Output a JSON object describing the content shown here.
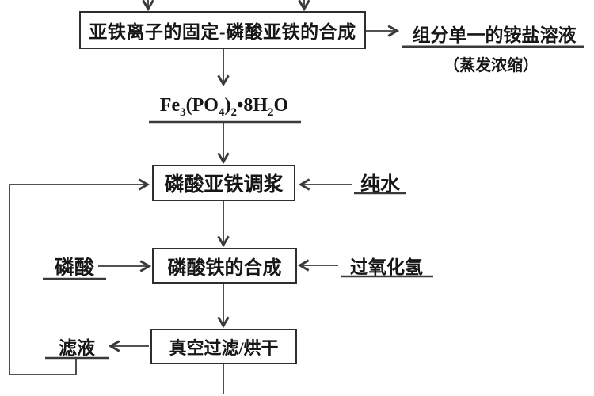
{
  "diagram": {
    "type": "process-flowchart",
    "language": "zh-CN",
    "colors": {
      "background": "#ffffff",
      "line": "#3a3a3a",
      "box_border": "#2e2e2e",
      "text": "#161616"
    },
    "boxes": {
      "fixation": {
        "label": "亚铁离子的固定-磷酸亚铁的合成"
      },
      "slurry": {
        "label": "磷酸亚铁调浆"
      },
      "synthesis": {
        "label": "磷酸铁的合成"
      },
      "filtration": {
        "label": "真空过滤/烘干"
      }
    },
    "formula": {
      "seg1": "Fe",
      "sub1": "3",
      "seg2": "(PO",
      "sub2": "4",
      "seg3": ")",
      "sub3": "2",
      "seg4": "•8H",
      "sub4": "2",
      "seg5": "O"
    },
    "labels": {
      "ammonium_solution": "组分单一的铵盐溶液",
      "evaporation": "（蒸发浓缩）",
      "pure_water": "纯水",
      "phosphoric_acid": "磷酸",
      "hydrogen_peroxide": "过氧化氢",
      "filtrate": "滤液"
    }
  }
}
